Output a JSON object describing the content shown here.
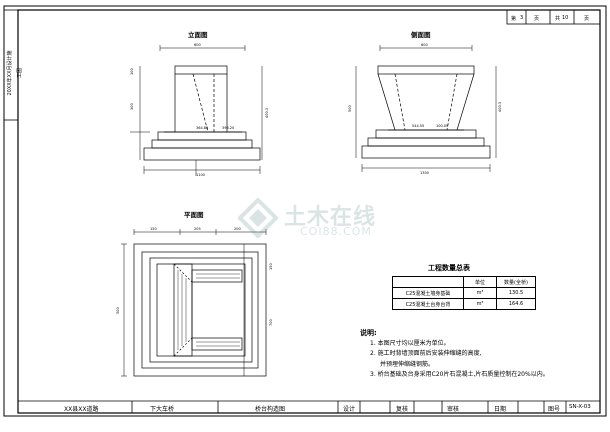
{
  "header": {
    "sheet_label": "第",
    "sheet_number": "3",
    "sheet_unit": "页",
    "total_label": "共",
    "total_pages": "10",
    "total_unit": "页"
  },
  "side_label": "20XX年XX月设计施工图",
  "views": {
    "front": "立面图",
    "side": "侧面图",
    "plan": "平面图"
  },
  "quantity_table": {
    "title": "工程数量总表",
    "headers": [
      "",
      "单位",
      "数量(全桥)"
    ],
    "rows": [
      {
        "item": "C25混凝土墙身基础",
        "unit": "m³",
        "qty": "130.5"
      },
      {
        "item": "C25混凝土台身台背",
        "unit": "m³",
        "qty": "164.6"
      }
    ]
  },
  "notes": {
    "title": "说明:",
    "items": [
      "1. 本图尺寸均以厘米为单位。",
      "2. 施工时背墙顶面前后安装伸缩缝的高度,",
      "并预埋伸缩缝钢筋。",
      "3. 桥台基础及台身采用C20片石混凝土,片石质量控制在20%以内。"
    ]
  },
  "title_block": {
    "road": "XX县XX道路",
    "project": "下大车桥",
    "drawing": "桥台构造图",
    "design": "设计",
    "review": "复核",
    "approve": "审核",
    "date": "日期",
    "fig_label": "图号",
    "fig_number": "SN-X-03"
  },
  "watermark": {
    "main": "土木在线",
    "sub": "COI88.COM"
  }
}
